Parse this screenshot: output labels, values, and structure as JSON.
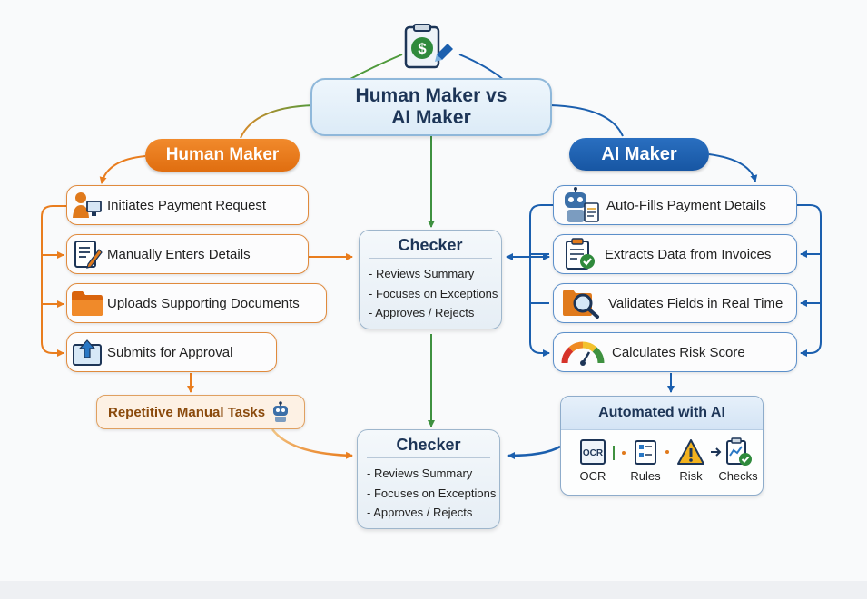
{
  "title": {
    "line1": "Human Maker vs",
    "line2": "AI Maker"
  },
  "human": {
    "header": "Human Maker",
    "steps": [
      {
        "label": "Initiates Payment Request",
        "icon": "person-at-computer-icon"
      },
      {
        "label": "Manually Enters Details",
        "icon": "document-pencil-icon"
      },
      {
        "label": "Uploads Supporting Documents",
        "icon": "folder-icon"
      },
      {
        "label": "Submits for Approval",
        "icon": "upload-tray-icon"
      }
    ],
    "summary": "Repetitive Manual Tasks"
  },
  "ai": {
    "header": "AI Maker",
    "steps": [
      {
        "label": "Auto-Fills Payment Details",
        "icon": "robot-icon"
      },
      {
        "label": "Extracts Data from Invoices",
        "icon": "clipboard-check-icon"
      },
      {
        "label": "Validates Fields in Real Time",
        "icon": "magnifier-folder-icon"
      },
      {
        "label": "Calculates Risk Score",
        "icon": "gauge-icon"
      }
    ],
    "automated": {
      "title": "Automated with AI",
      "items": [
        {
          "label": "OCR",
          "icon_text": "OCR"
        },
        {
          "label": "Rules"
        },
        {
          "label": "Risk"
        },
        {
          "label": "Checks"
        }
      ]
    }
  },
  "checker_top": {
    "title": "Checker",
    "items": [
      "- Reviews Summary",
      "- Focuses on Exceptions",
      "- Approves / Rejects"
    ]
  },
  "checker_bottom": {
    "title": "Checker",
    "items": [
      "- Reviews Summary",
      "- Focuses on Exceptions",
      "- Approves / Rejects"
    ]
  },
  "top_icon": {
    "symbol": "$"
  },
  "colors": {
    "human": "#e97d1e",
    "ai": "#1b5fae",
    "checker_line": "#3f9140"
  }
}
